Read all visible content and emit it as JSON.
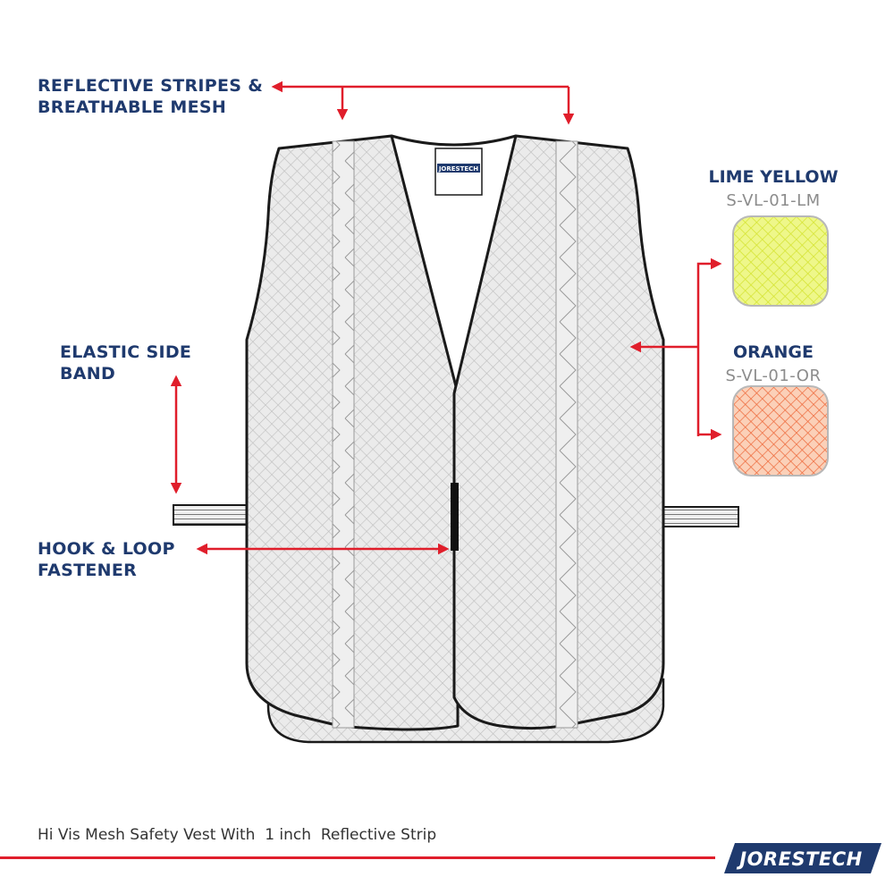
{
  "labels": {
    "reflective": [
      "REFLECTIVE STRIPES &",
      "BREATHABLE MESH"
    ],
    "elastic": [
      "ELASTIC SIDE",
      "BAND"
    ],
    "hook": [
      "HOOK & LOOP",
      "FASTENER"
    ]
  },
  "swatches": [
    {
      "name": "LIME YELLOW",
      "code": "S-VL-01-LM",
      "color": "#e4f24a"
    },
    {
      "name": "ORANGE",
      "code": "S-VL-01-OR",
      "color": "#f26a3a"
    }
  ],
  "tag_text": "JORESTECH",
  "caption": "Hi Vis Mesh Safety Vest With  1 inch  Reflective Strip",
  "brand": "JORESTECH",
  "colors": {
    "label_blue": "#1f3a6e",
    "arrow_red": "#e01e2b",
    "vest_fill": "#e6e6e6",
    "mesh_line": "#bdbdbd",
    "outline": "#1a1a1a"
  }
}
